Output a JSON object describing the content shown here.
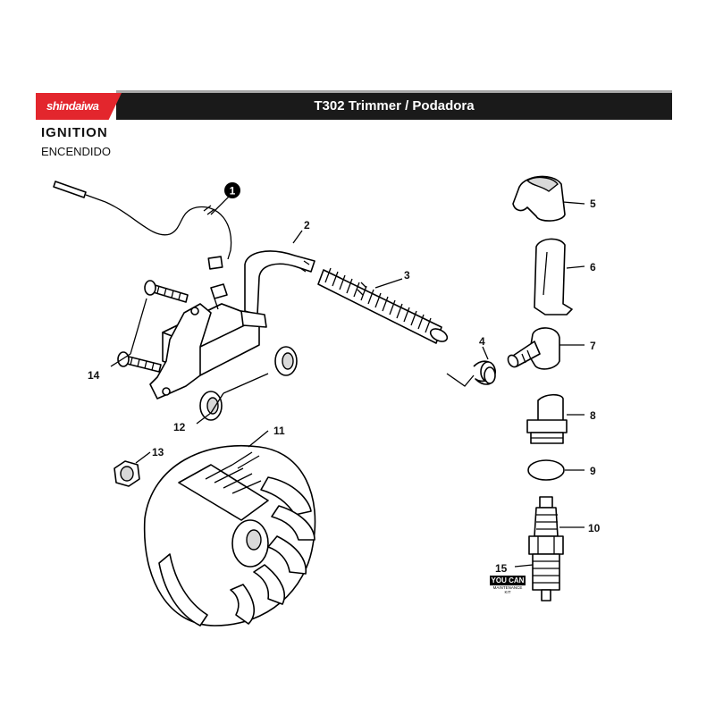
{
  "header": {
    "brand": "shindaiwa",
    "title": "T302 Trimmer / Podadora"
  },
  "section": {
    "title": "IGNITION",
    "subtitle": "ENCENDIDO"
  },
  "callouts": {
    "c1": "1",
    "c2": "2",
    "c3": "3",
    "c4": "4",
    "c5": "5",
    "c6": "6",
    "c7": "7",
    "c8": "8",
    "c9": "9",
    "c10": "10",
    "c11": "11",
    "c12": "12",
    "c13": "13",
    "c14": "14",
    "c15": "15"
  },
  "kit_badge": {
    "top": "YOU CAN",
    "bottom": "MAINTENANCE KIT"
  },
  "colors": {
    "brand_red": "#e3262d",
    "header_bar": "#1a1a1a"
  }
}
